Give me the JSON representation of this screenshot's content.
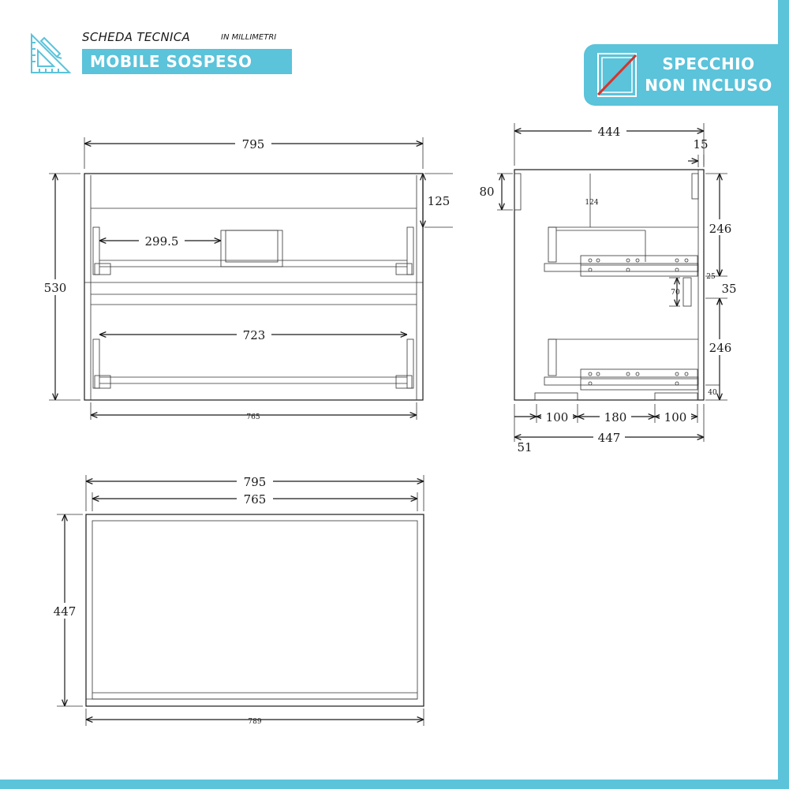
{
  "header": {
    "title": "SCHEDA TECNICA",
    "subtitle": "IN MILLIMETRI",
    "banner": "MOBILE SOSPESO",
    "icon": "ruler-pencil-icon"
  },
  "badge": {
    "line1": "SPECCHIO",
    "line2": "NON INCLUSO",
    "icon": "mirror-crossed-icon"
  },
  "front_view": {
    "width": "795",
    "height": "530",
    "top_gap": "125",
    "drawer_inner_top": "299.5",
    "drawer_inner_bottom": "723",
    "inner_width": "765"
  },
  "side_view": {
    "depth": "444",
    "back_thickness": "15",
    "top_gap": "80",
    "hook_dim": "124",
    "drawer_height_top": "246",
    "rail_dim": "25",
    "mid_gap": "35",
    "handle_dim": "70",
    "drawer_height_bottom": "246",
    "bottom_dim": "40",
    "foot_left": "100",
    "foot_middle": "180",
    "foot_right": "100",
    "total_depth": "447",
    "offset": "51"
  },
  "top_view": {
    "outer_width": "795",
    "inner_width": "765",
    "depth": "447",
    "bottom_width": "789"
  },
  "colors": {
    "accent": "#5bc3da",
    "line": "#1a1a1a"
  }
}
